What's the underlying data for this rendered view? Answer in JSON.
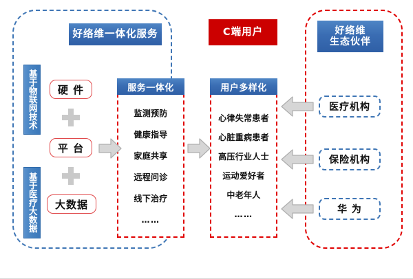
{
  "diagram": {
    "type": "block-flow-diagram",
    "groups": {
      "left": {
        "name": "好络维一体化服务",
        "border_color": "#3f76b5",
        "border_style": "dashed"
      },
      "center": {
        "name": "C端用户",
        "background": "#cc0000"
      },
      "right": {
        "name_line1": "好络维",
        "name_line2": "生态伙伴",
        "border_color": "#e00000",
        "border_style": "dashed"
      }
    },
    "vertical_labels": [
      {
        "text": "基于物联网技术"
      },
      {
        "text": "基于医疗大数据"
      }
    ],
    "capability_blocks": [
      {
        "text": "硬 件"
      },
      {
        "text": "平 台"
      },
      {
        "text": "大数据"
      }
    ],
    "operators": [
      "plus",
      "plus"
    ],
    "service_panel": {
      "header": "服务一体化",
      "items": [
        "监测预防",
        "健康指导",
        "家庭共享",
        "远程问诊",
        "线下治疗",
        "……"
      ]
    },
    "users_panel": {
      "header": "用户多样化",
      "items": [
        "心律失常患者",
        "心脏重病患者",
        "高压行业人士",
        "运动爱好者",
        "中老年人",
        "……"
      ]
    },
    "partners": [
      {
        "text": "医疗机构"
      },
      {
        "text": "保险机构"
      },
      {
        "text": "华 为"
      }
    ],
    "arrows": [
      {
        "name": "capabilities-to-service",
        "direction": "right"
      },
      {
        "name": "service-to-users",
        "direction": "right"
      },
      {
        "name": "partner-medical-to-users",
        "direction": "left"
      },
      {
        "name": "partner-insurance-to-users",
        "direction": "left"
      },
      {
        "name": "partner-huawei-to-users",
        "direction": "left"
      }
    ],
    "colors": {
      "blue_header": "#3a6db3",
      "red_header": "#cc0000",
      "dashed_red": "#e00000",
      "dashed_blue": "#3f76b5",
      "arrow_gray": "#d4d4d4",
      "plus_gray": "#c9c9c9",
      "pill_border_red": "#e0484a"
    }
  }
}
